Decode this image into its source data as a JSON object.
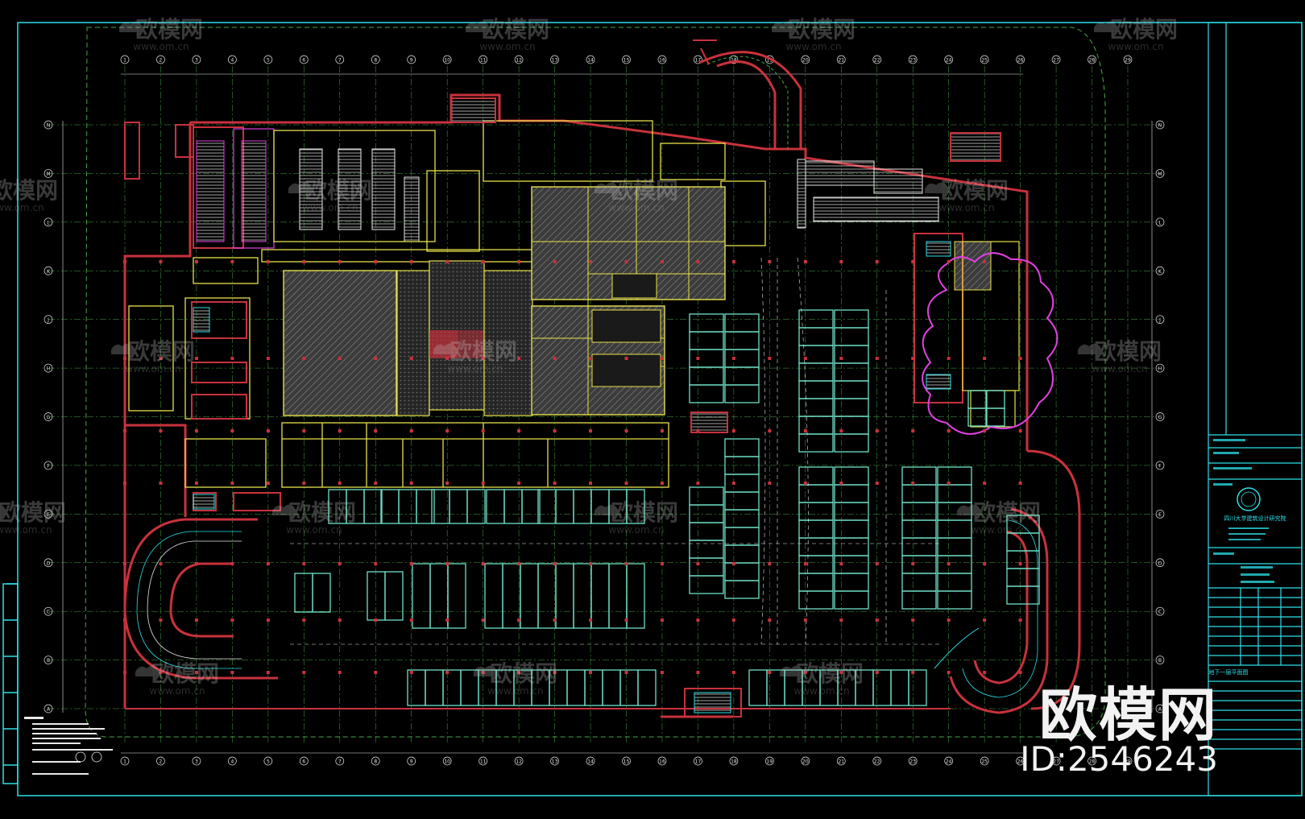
{
  "drawing": {
    "type": "cad-floor-plan",
    "background": "#000000",
    "colors": {
      "frame": "#2ce0e8",
      "wall": "#c8323c",
      "room_line": "#e8e04a",
      "grid_axis": "#4aa84a",
      "parking": "#6fe0c8",
      "hatch": "#8a8a8a",
      "magenta": "#e040e0",
      "ramp": "#d04848",
      "white": "#e8e8e8"
    }
  },
  "grid": {
    "columns": [
      "1",
      "2",
      "3",
      "4",
      "5",
      "6",
      "7",
      "8",
      "9",
      "10",
      "11",
      "12",
      "13",
      "14",
      "15",
      "16",
      "17",
      "18",
      "19",
      "20",
      "21",
      "22",
      "23",
      "24",
      "25",
      "26",
      "27",
      "28",
      "29"
    ],
    "rows": [
      "N",
      "M",
      "L",
      "K",
      "J",
      "H",
      "G",
      "F",
      "E",
      "D",
      "C",
      "B",
      "A"
    ]
  },
  "watermark": {
    "text": "欧模网",
    "url": "www.om.cn"
  },
  "brand": {
    "name": "欧模网",
    "id": "ID:2546243"
  },
  "title_block": {
    "institute": "四川大学建筑设计研究院",
    "sheet_title": "地下一层平面图"
  }
}
